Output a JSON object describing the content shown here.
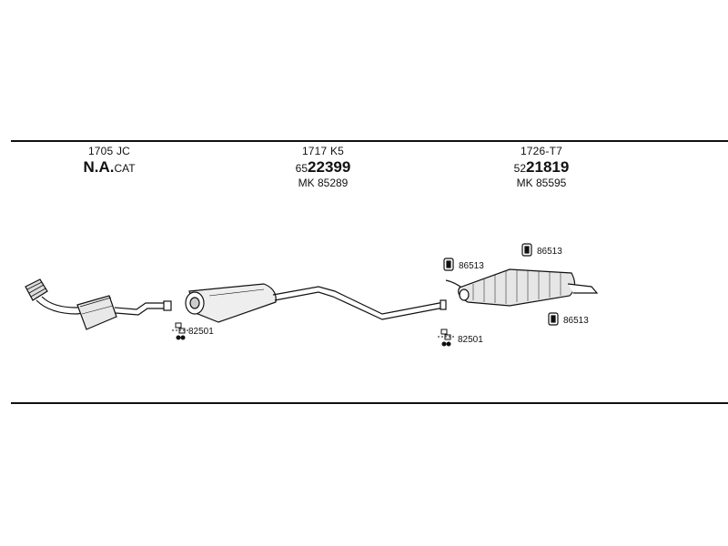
{
  "parts": [
    {
      "id": "cat",
      "code": "1705 JC",
      "name_main": "N.A.",
      "name_suffix": "CAT",
      "mk": ""
    },
    {
      "id": "middle",
      "code": "1717 K5",
      "num_prefix": "65",
      "num_main": "22399",
      "mk": "MK  85289"
    },
    {
      "id": "rear",
      "code": "1726-T7",
      "num_prefix": "52",
      "num_main": "21819",
      "mk": "MK  85595"
    }
  ],
  "accessories": {
    "clamp_a": "82501",
    "clamp_b": "82501",
    "hanger_a": "86513",
    "hanger_b": "86513",
    "hanger_c": "86513"
  }
}
